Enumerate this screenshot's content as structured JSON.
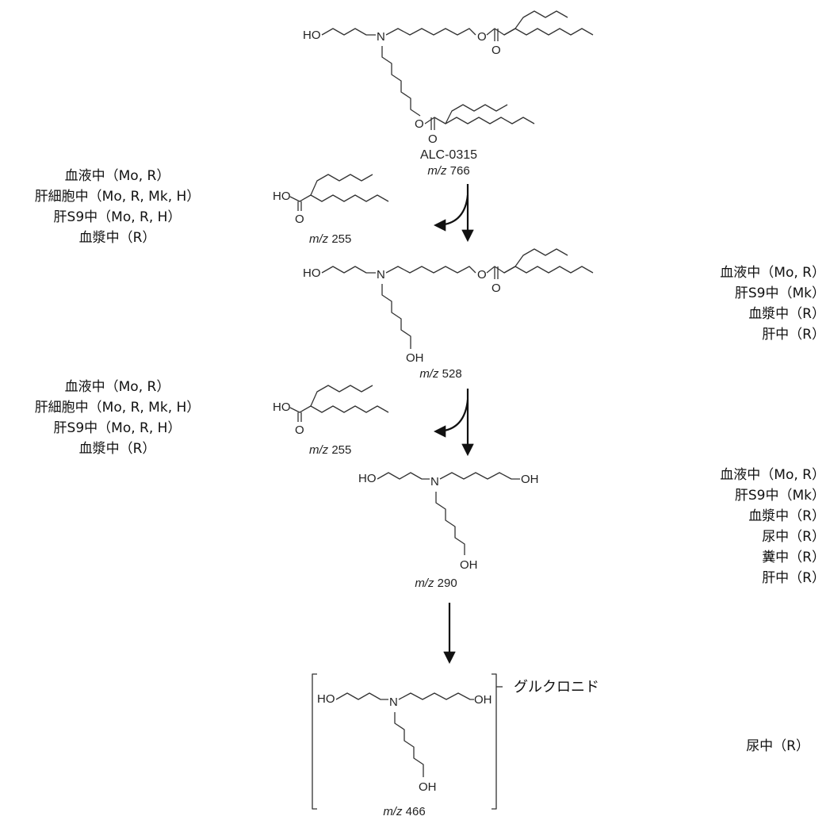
{
  "compounds": {
    "parent": {
      "name": "ALC-0315",
      "mz_prefix": "m/z",
      "mz": "766"
    },
    "first_metabolite": {
      "mz_prefix": "m/z",
      "mz": "528"
    },
    "second_metabolite": {
      "mz_prefix": "m/z",
      "mz": "290"
    },
    "glucuronide": {
      "mz_prefix": "m/z",
      "mz": "466",
      "conjugate_label": "グルクロニド"
    },
    "released_acid_1": {
      "mz_prefix": "m/z",
      "mz": "255"
    },
    "released_acid_2": {
      "mz_prefix": "m/z",
      "mz": "255"
    }
  },
  "atoms": {
    "ho": "HO",
    "n": "N",
    "o": "O",
    "oh": "OH"
  },
  "sites": {
    "step1_acid": [
      "血液中（Mo, R）",
      "肝細胞中（Mo, R, Mk, H）",
      "肝S9中（Mo, R, H）",
      "血漿中（R）"
    ],
    "metabolite_528": [
      "血液中（Mo, R）",
      "肝S9中（Mk）",
      "血漿中（R）",
      "肝中（R）"
    ],
    "step2_acid": [
      "血液中（Mo, R）",
      "肝細胞中（Mo, R, Mk, H）",
      "肝S9中（Mo, R, H）",
      "血漿中（R）"
    ],
    "metabolite_290": [
      "血液中（Mo, R）",
      "肝S9中（Mk）",
      "血漿中（R）",
      "尿中（R）",
      "糞中（R）",
      "肝中（R）"
    ],
    "metabolite_466": [
      "尿中（R）"
    ]
  },
  "colors": {
    "line": "#333333",
    "text": "#111111",
    "arrow": "#111111"
  }
}
